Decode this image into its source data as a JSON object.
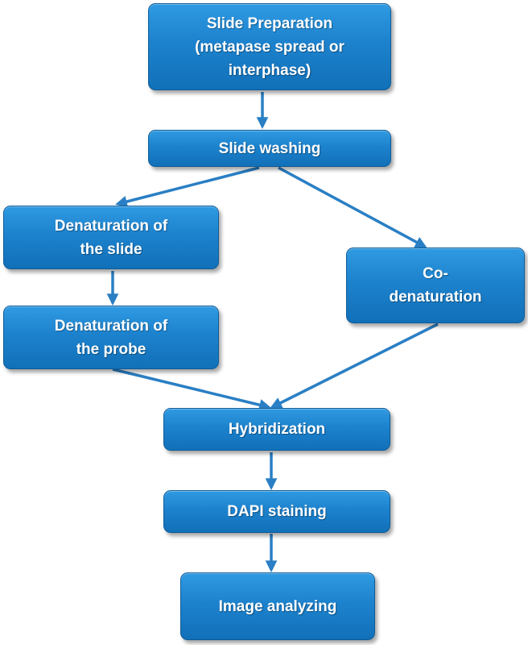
{
  "nodes": {
    "prep": {
      "label": "Slide Preparation\n(metapase spread or\ninterphase)"
    },
    "wash": {
      "label": "Slide washing"
    },
    "dslide": {
      "label": "Denaturation of\nthe slide"
    },
    "dprobe": {
      "label": "Denaturation of\nthe probe"
    },
    "codena": {
      "label": "Co-\ndenaturation"
    },
    "hyb": {
      "label": "Hybridization"
    },
    "dapi": {
      "label": "DAPI staining"
    },
    "img": {
      "label": "Image analyzing"
    }
  },
  "edges": [
    {
      "from": "prep",
      "to": "wash"
    },
    {
      "from": "wash",
      "to": "dslide"
    },
    {
      "from": "wash",
      "to": "codena"
    },
    {
      "from": "dslide",
      "to": "dprobe"
    },
    {
      "from": "dprobe",
      "to": "hyb"
    },
    {
      "from": "codena",
      "to": "hyb"
    },
    {
      "from": "hyb",
      "to": "dapi"
    },
    {
      "from": "dapi",
      "to": "img"
    }
  ],
  "colors": {
    "node_fill": "#1d82cd",
    "arrow": "#2a7fc4",
    "text": "#ffffff"
  }
}
